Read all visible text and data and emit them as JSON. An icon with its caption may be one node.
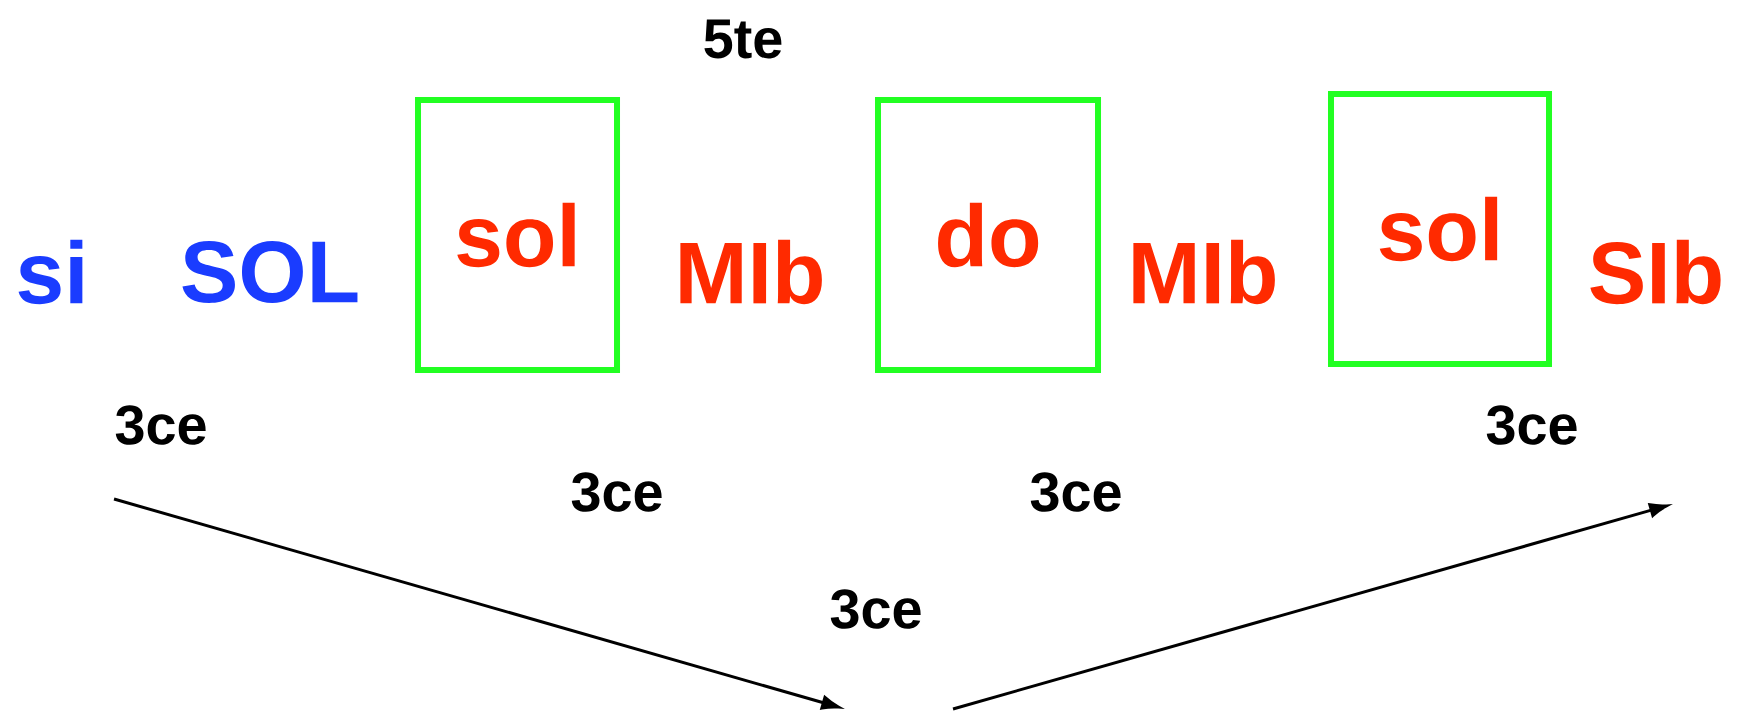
{
  "diagram": {
    "nodes": [
      {
        "text": [
          "sol"
        ]
      },
      {
        "text": [
          "do"
        ]
      },
      {
        "text": [
          "sol"
        ]
      }
    ],
    "labels": [
      "5te",
      "si",
      "SOL",
      "MIb",
      "MIb",
      "SIb",
      "3ce",
      "3ce",
      "3ce",
      "3ce",
      "3ce"
    ]
  }
}
